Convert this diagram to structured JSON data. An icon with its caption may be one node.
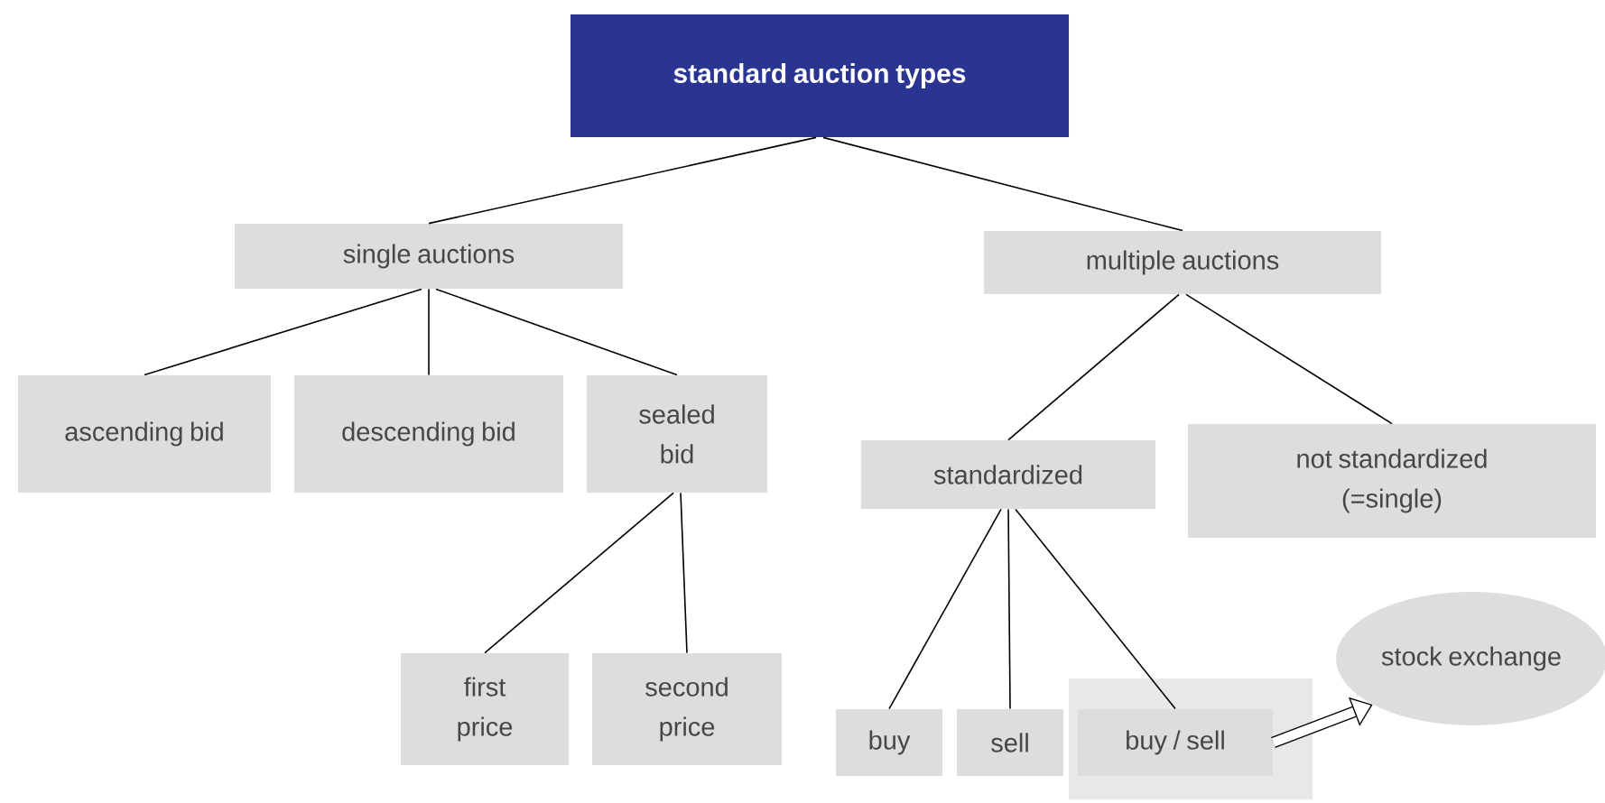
{
  "diagram": {
    "nodes": [
      {
        "text": [
          "standard auction types"
        ]
      },
      {
        "text": [
          "single auctions"
        ]
      },
      {
        "text": [
          "multiple auctions"
        ]
      },
      {
        "text": [
          "ascending bid"
        ]
      },
      {
        "text": [
          "descending bid"
        ]
      },
      {
        "text": [
          "sealed bid"
        ]
      },
      {
        "text": [
          "standardized"
        ]
      },
      {
        "text": [
          "not standardized (=single)"
        ]
      },
      {
        "text": [
          "first price"
        ]
      },
      {
        "text": [
          "second price"
        ]
      },
      {
        "text": [
          "buy"
        ]
      },
      {
        "text": [
          "sell"
        ]
      },
      {
        "text": [
          "buy / sell"
        ]
      },
      {
        "text": [
          "stock exchange"
        ]
      }
    ],
    "edges": [
      {
        "from": 0,
        "to": 1,
        "arrow": "none"
      },
      {
        "from": 0,
        "to": 2,
        "arrow": "none"
      },
      {
        "from": 1,
        "to": 3,
        "arrow": "none"
      },
      {
        "from": 1,
        "to": 4,
        "arrow": "none"
      },
      {
        "from": 1,
        "to": 5,
        "arrow": "none"
      },
      {
        "from": 2,
        "to": 6,
        "arrow": "none"
      },
      {
        "from": 2,
        "to": 7,
        "arrow": "none"
      },
      {
        "from": 5,
        "to": 8,
        "arrow": "none"
      },
      {
        "from": 5,
        "to": 9,
        "arrow": "none"
      },
      {
        "from": 6,
        "to": 10,
        "arrow": "none"
      },
      {
        "from": 6,
        "to": 11,
        "arrow": "none"
      },
      {
        "from": 6,
        "to": 12,
        "arrow": "none"
      },
      {
        "from": 12,
        "to": 13,
        "arrow": "to",
        "style": "thick"
      }
    ]
  }
}
